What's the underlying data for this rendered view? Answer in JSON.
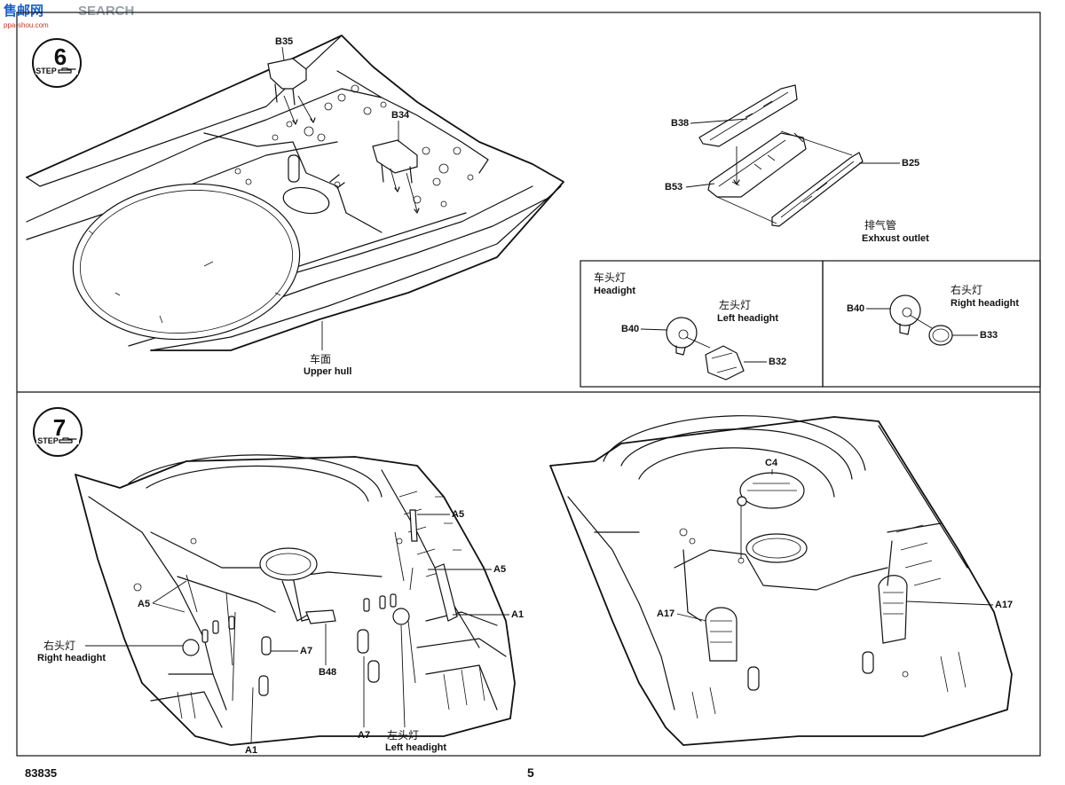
{
  "watermark": {
    "brand_left": "售邮网",
    "brand_right": "SEARCH",
    "sub": "ppa-shou.com"
  },
  "page": {
    "catalog_number": "83835",
    "page_number": "5"
  },
  "step6": {
    "badge_number": "6",
    "badge_word": "STEP",
    "labels": {
      "b35": "B35",
      "b34": "B34",
      "upper_hull_zh": "车面",
      "upper_hull_en": "Upper hull"
    },
    "exhaust": {
      "b38": "B38",
      "b53": "B53",
      "b25": "B25",
      "title_zh": "排气管",
      "title_en": "Exhxust outlet"
    },
    "headlight_left_box": {
      "title_zh": "车头灯",
      "title_en": "Headight",
      "sub_zh": "左头灯",
      "sub_en": "Left headight",
      "b40": "B40",
      "b32": "B32"
    },
    "headlight_right_box": {
      "sub_zh": "右头灯",
      "sub_en": "Right headight",
      "b40": "B40",
      "b33": "B33"
    }
  },
  "step7": {
    "badge_number": "7",
    "badge_word": "STEP",
    "left_view": {
      "a5_top": "A5",
      "a5_mid": "A5",
      "a5_left": "A5",
      "a1_right": "A1",
      "a1_bottom": "A1",
      "a7_mid": "A7",
      "a7_bottom": "A7",
      "b48": "B48",
      "right_zh": "右头灯",
      "right_en": "Right headight",
      "left_zh": "左头灯",
      "left_en": "Left headight"
    },
    "right_view": {
      "c4": "C4",
      "a17_left": "A17",
      "a17_right": "A17"
    }
  }
}
